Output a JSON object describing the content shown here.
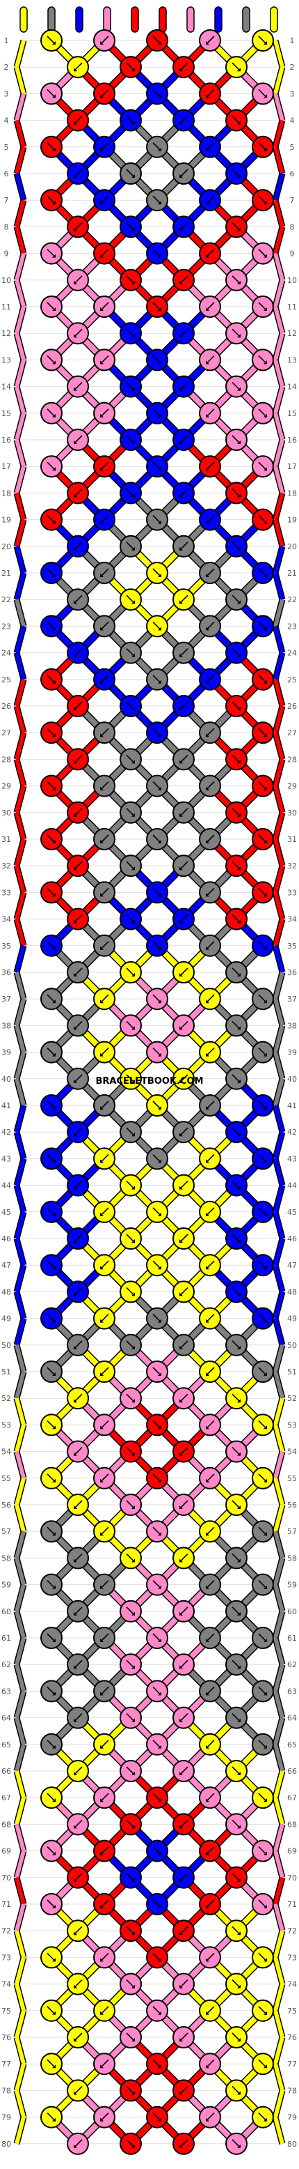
{
  "watermark": "BRACELETBOOK.COM",
  "left_row_numbers": [
    "1",
    "2",
    "3",
    "4",
    "5",
    "6",
    "7",
    "8",
    "9",
    "10",
    "11",
    "12",
    "13",
    "14",
    "15",
    "16",
    "17",
    "18",
    "19",
    "20",
    "21",
    "22",
    "23",
    "24",
    "25",
    "26",
    "27",
    "28",
    "29",
    "30",
    "31",
    "32",
    "33",
    "34",
    "35",
    "36",
    "37",
    "38",
    "39",
    "40",
    "41",
    "42",
    "43",
    "44",
    "45",
    "46",
    "47",
    "48",
    "49",
    "50",
    "51",
    "52",
    "53",
    "54",
    "55",
    "56",
    "57",
    "58",
    "59",
    "60",
    "61",
    "62",
    "63",
    "64",
    "65",
    "66",
    "67",
    "68",
    "69",
    "70",
    "71",
    "72",
    "73",
    "74",
    "75",
    "76",
    "77",
    "78",
    "79",
    "80"
  ],
  "right_row_numbers": [
    "1",
    "2",
    "3",
    "4",
    "5",
    "6",
    "7",
    "8",
    "9",
    "10",
    "11",
    "12",
    "13",
    "14",
    "15",
    "16",
    "17",
    "18",
    "19",
    "20",
    "21",
    "22",
    "23",
    "24",
    "25",
    "26",
    "27",
    "28",
    "29",
    "30",
    "31",
    "32",
    "33",
    "34",
    "35",
    "36",
    "37",
    "38",
    "39",
    "40",
    "41",
    "42",
    "43",
    "44",
    "45",
    "46",
    "47",
    "48",
    "49",
    "50",
    "51",
    "52",
    "53",
    "54",
    "55",
    "56",
    "57",
    "58",
    "59",
    "60",
    "61",
    "62",
    "63",
    "64",
    "65",
    "66",
    "67",
    "68",
    "69",
    "70",
    "71",
    "72",
    "73",
    "74",
    "75",
    "76",
    "77",
    "78",
    "79",
    "80"
  ],
  "colors": {
    "Y": "#ffff00",
    "P": "#ff88c8",
    "R": "#ff0000",
    "B": "#0000ff",
    "G": "#808080",
    "outline": "#000000",
    "row_line": "#dddddd",
    "label": "#555555"
  },
  "strands_top": [
    "Y",
    "G",
    "B",
    "P",
    "R",
    "R",
    "P",
    "B",
    "G",
    "Y"
  ],
  "knot_rows": [
    [
      "Y",
      "P",
      "R",
      "P",
      "Y"
    ],
    [
      "Y",
      "R",
      "R",
      "Y"
    ],
    [
      "P",
      "R",
      "B",
      "R",
      "P"
    ],
    [
      "R",
      "B",
      "B",
      "R"
    ],
    [
      "R",
      "B",
      "G",
      "B",
      "R"
    ],
    [
      "B",
      "G",
      "G",
      "B"
    ],
    [
      "R",
      "B",
      "G",
      "B",
      "R"
    ],
    [
      "R",
      "B",
      "B",
      "R"
    ],
    [
      "P",
      "R",
      "B",
      "R",
      "P"
    ],
    [
      "P",
      "R",
      "R",
      "P"
    ],
    [
      "P",
      "P",
      "R",
      "P",
      "P"
    ],
    [
      "P",
      "B",
      "B",
      "P"
    ],
    [
      "P",
      "P",
      "B",
      "P",
      "P"
    ],
    [
      "P",
      "B",
      "B",
      "P"
    ],
    [
      "P",
      "P",
      "B",
      "P",
      "P"
    ],
    [
      "P",
      "B",
      "B",
      "P"
    ],
    [
      "P",
      "R",
      "B",
      "R",
      "P"
    ],
    [
      "R",
      "B",
      "B",
      "R"
    ],
    [
      "R",
      "B",
      "G",
      "B",
      "R"
    ],
    [
      "B",
      "G",
      "G",
      "B"
    ],
    [
      "B",
      "G",
      "Y",
      "G",
      "B"
    ],
    [
      "G",
      "Y",
      "Y",
      "G"
    ],
    [
      "B",
      "G",
      "Y",
      "G",
      "B"
    ],
    [
      "B",
      "G",
      "G",
      "B"
    ],
    [
      "R",
      "B",
      "G",
      "B",
      "R"
    ],
    [
      "R",
      "B",
      "B",
      "R"
    ],
    [
      "R",
      "G",
      "B",
      "G",
      "R"
    ],
    [
      "R",
      "G",
      "G",
      "R"
    ],
    [
      "R",
      "G",
      "G",
      "G",
      "R"
    ],
    [
      "R",
      "G",
      "G",
      "R"
    ],
    [
      "R",
      "G",
      "G",
      "G",
      "R"
    ],
    [
      "R",
      "G",
      "G",
      "R"
    ],
    [
      "R",
      "G",
      "B",
      "G",
      "R"
    ],
    [
      "R",
      "B",
      "B",
      "R"
    ],
    [
      "B",
      "G",
      "B",
      "G",
      "B"
    ],
    [
      "G",
      "Y",
      "Y",
      "G"
    ],
    [
      "G",
      "Y",
      "P",
      "Y",
      "G"
    ],
    [
      "G",
      "P",
      "P",
      "G"
    ],
    [
      "G",
      "Y",
      "P",
      "Y",
      "G"
    ],
    [
      "G",
      "Y",
      "Y",
      "G"
    ],
    [
      "B",
      "G",
      "Y",
      "G",
      "B"
    ],
    [
      "B",
      "G",
      "G",
      "B"
    ],
    [
      "B",
      "Y",
      "G",
      "Y",
      "B"
    ],
    [
      "B",
      "Y",
      "Y",
      "B"
    ],
    [
      "B",
      "Y",
      "Y",
      "Y",
      "B"
    ],
    [
      "B",
      "Y",
      "Y",
      "B"
    ],
    [
      "B",
      "Y",
      "Y",
      "Y",
      "B"
    ],
    [
      "B",
      "Y",
      "Y",
      "B"
    ],
    [
      "B",
      "Y",
      "G",
      "Y",
      "B"
    ],
    [
      "G",
      "G",
      "G",
      "G"
    ],
    [
      "G",
      "Y",
      "P",
      "Y",
      "G"
    ],
    [
      "Y",
      "P",
      "P",
      "Y"
    ],
    [
      "Y",
      "P",
      "R",
      "P",
      "Y"
    ],
    [
      "P",
      "R",
      "R",
      "P"
    ],
    [
      "Y",
      "P",
      "R",
      "P",
      "Y"
    ],
    [
      "Y",
      "P",
      "P",
      "Y"
    ],
    [
      "G",
      "Y",
      "P",
      "Y",
      "G"
    ],
    [
      "G",
      "Y",
      "Y",
      "G"
    ],
    [
      "G",
      "G",
      "P",
      "G",
      "G"
    ],
    [
      "G",
      "P",
      "P",
      "G"
    ],
    [
      "G",
      "G",
      "P",
      "G",
      "G"
    ],
    [
      "G",
      "P",
      "P",
      "G"
    ],
    [
      "G",
      "G",
      "P",
      "G",
      "G"
    ],
    [
      "G",
      "P",
      "P",
      "G"
    ],
    [
      "G",
      "Y",
      "P",
      "Y",
      "G"
    ],
    [
      "Y",
      "P",
      "P",
      "Y"
    ],
    [
      "Y",
      "P",
      "R",
      "P",
      "Y"
    ],
    [
      "P",
      "R",
      "R",
      "P"
    ],
    [
      "P",
      "R",
      "B",
      "R",
      "P"
    ],
    [
      "R",
      "B",
      "B",
      "R"
    ],
    [
      "P",
      "R",
      "B",
      "R",
      "P"
    ],
    [
      "Y",
      "R",
      "R",
      "Y"
    ],
    [
      "Y",
      "P",
      "R",
      "P",
      "Y"
    ],
    [
      "Y",
      "P",
      "P",
      "Y"
    ],
    [
      "Y",
      "Y",
      "P",
      "Y",
      "Y"
    ],
    [
      "Y",
      "P",
      "P",
      "Y"
    ],
    [
      "Y",
      "P",
      "R",
      "P",
      "Y"
    ],
    [
      "Y",
      "R",
      "R",
      "Y"
    ],
    [
      "Y",
      "P",
      "R",
      "P",
      "Y"
    ],
    [
      "P",
      "R",
      "R",
      "P"
    ]
  ]
}
